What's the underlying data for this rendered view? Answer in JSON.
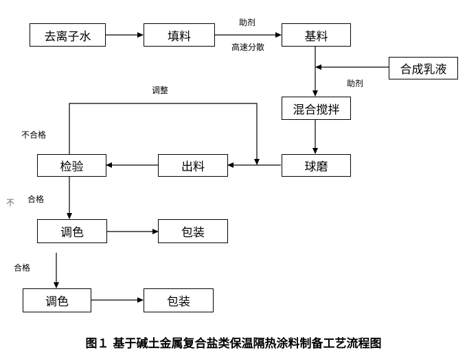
{
  "nodes": {
    "deionized_water": "去离子水",
    "filler": "填料",
    "base": "基料",
    "synthetic_emulsion": "合成乳液",
    "mix_stir": "混合搅拌",
    "ball_mill": "球磨",
    "discharge": "出料",
    "inspection": "检验",
    "color_adjust_1": "调色",
    "packaging_1": "包装",
    "color_adjust_2": "调色",
    "packaging_2": "包装"
  },
  "edge_labels": {
    "additive_top": "助剂",
    "high_speed_dispersion": "高速分散",
    "additive_right": "助剂",
    "adjust": "调整",
    "unqualified": "不合格",
    "stray_fragment": "不",
    "qualified_1": "合格",
    "qualified_2": "合格"
  },
  "caption": "图１ 基于碱土金属复合盐类保温隔热涂料制备工艺流程图"
}
